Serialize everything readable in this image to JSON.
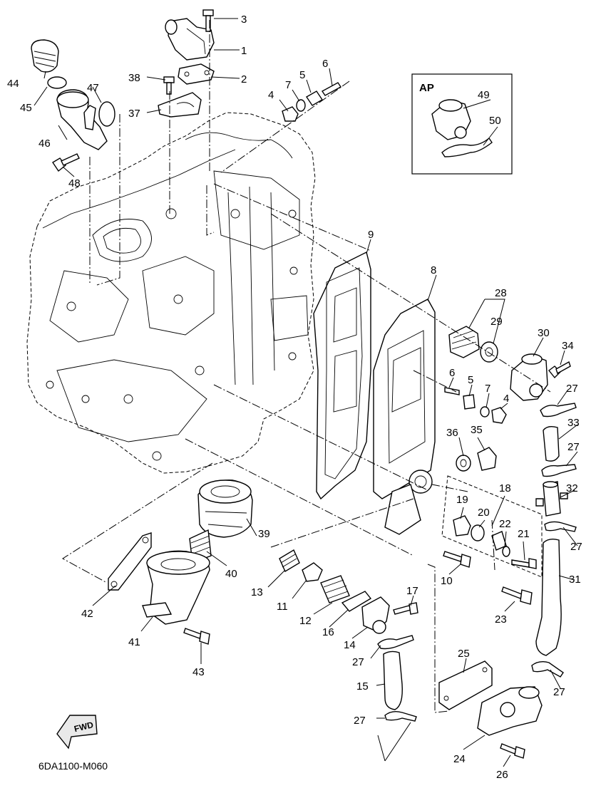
{
  "diagram": {
    "code": "6DA1100-M060",
    "inset_label": "AP",
    "fwd_label": "FWD",
    "callouts": {
      "c1": "1",
      "c2": "2",
      "c3": "3",
      "c4a": "4",
      "c4b": "4",
      "c5a": "5",
      "c5b": "5",
      "c6a": "6",
      "c6b": "6",
      "c7a": "7",
      "c7b": "7",
      "c8": "8",
      "c9": "9",
      "c10": "10",
      "c11": "11",
      "c12": "12",
      "c13": "13",
      "c14": "14",
      "c15": "15",
      "c16": "16",
      "c17": "17",
      "c18": "18",
      "c19": "19",
      "c20": "20",
      "c21": "21",
      "c22": "22",
      "c23": "23",
      "c24": "24",
      "c25": "25",
      "c26": "26",
      "c27a": "27",
      "c27b": "27",
      "c27c": "27",
      "c27d": "27",
      "c27e": "27",
      "c27f": "27",
      "c28": "28",
      "c29": "29",
      "c30": "30",
      "c31": "31",
      "c32": "32",
      "c33": "33",
      "c34": "34",
      "c35": "35",
      "c36": "36",
      "c37": "37",
      "c38": "38",
      "c39": "39",
      "c40": "40",
      "c41": "41",
      "c42": "42",
      "c43": "43",
      "c44": "44",
      "c45": "45",
      "c46": "46",
      "c47": "47",
      "c48": "48",
      "c49": "49",
      "c50": "50"
    }
  }
}
